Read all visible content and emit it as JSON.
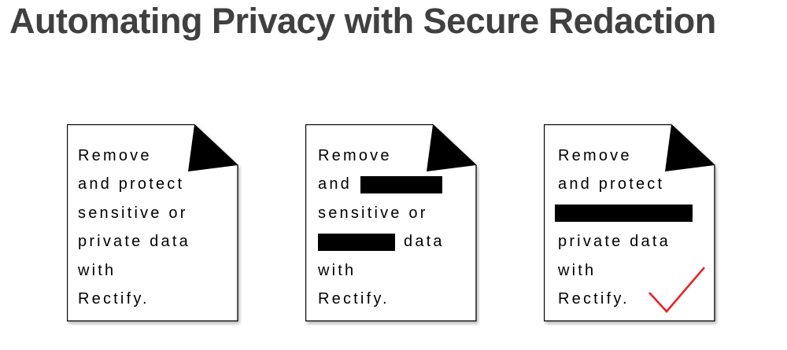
{
  "title": "Automating Privacy with Secure Redaction",
  "colors": {
    "title": "#404040",
    "checkmark": "#e8232b",
    "redaction": "#000000"
  },
  "documents": [
    {
      "name": "original",
      "lines": [
        {
          "text": "Remove"
        },
        {
          "text": "and protect"
        },
        {
          "text": "sensitive or"
        },
        {
          "text": "private data"
        },
        {
          "text": "with"
        },
        {
          "text": "Rectify."
        }
      ]
    },
    {
      "name": "partially-redacted",
      "lines": [
        {
          "text": "Remove"
        },
        {
          "text": "and",
          "redaction_after": "protect"
        },
        {
          "text": "sensitive or"
        },
        {
          "redaction_before": "private",
          "text": "data"
        },
        {
          "text": "with"
        },
        {
          "text": "Rectify."
        }
      ]
    },
    {
      "name": "securely-redacted",
      "lines": [
        {
          "text": "Remove"
        },
        {
          "text": "and protect"
        },
        {
          "redaction_full": "sensitive or"
        },
        {
          "text": "private data"
        },
        {
          "text": "with"
        },
        {
          "text": "Rectify.",
          "icon": "checkmark-icon"
        }
      ]
    }
  ]
}
